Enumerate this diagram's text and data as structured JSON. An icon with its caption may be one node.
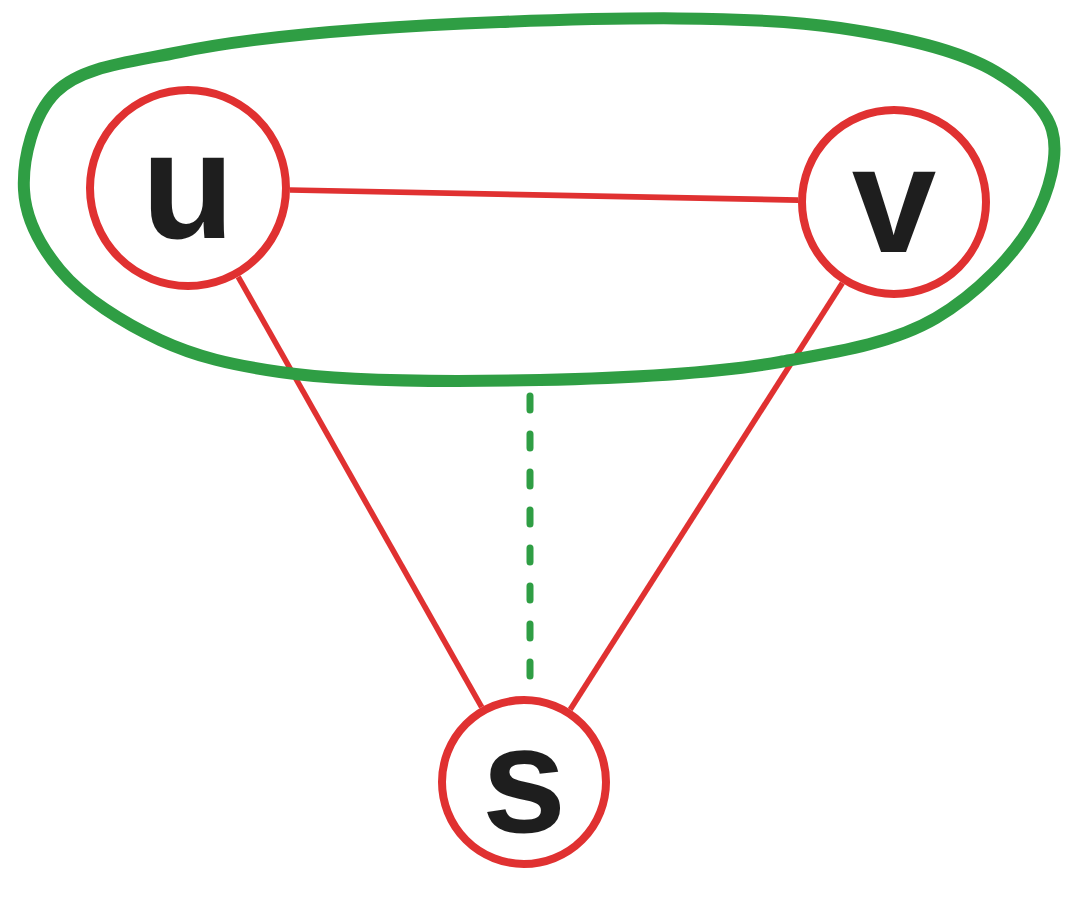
{
  "diagram": {
    "nodes": [
      {
        "text": [],
        "shape": "ellipse"
      },
      {
        "text": [
          "u"
        ],
        "in": 0
      },
      {
        "text": [
          "v"
        ],
        "in": 0
      },
      {
        "text": [
          "s"
        ]
      }
    ],
    "edges": [
      {
        "from": 1,
        "to": 2,
        "arrow": "none"
      },
      {
        "from": 1,
        "to": 3,
        "arrow": "none"
      },
      {
        "from": 2,
        "to": 3,
        "arrow": "none"
      },
      {
        "from": 0,
        "to": 3,
        "arrow": "none",
        "style": "dashed",
        "color": "#2f9e44"
      }
    ]
  }
}
